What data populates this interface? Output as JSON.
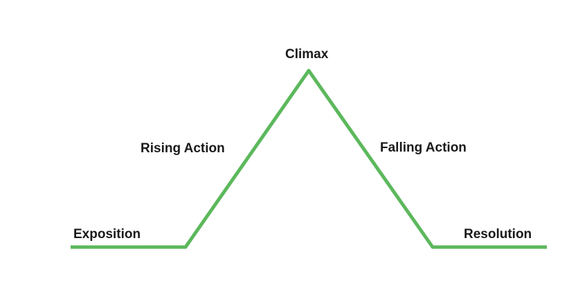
{
  "plot_diagram": {
    "line_color": "#5cb85c",
    "stages": {
      "exposition": "Exposition",
      "rising_action": "Rising Action",
      "climax": "Climax",
      "falling_action": "Falling Action",
      "resolution": "Resolution"
    }
  }
}
